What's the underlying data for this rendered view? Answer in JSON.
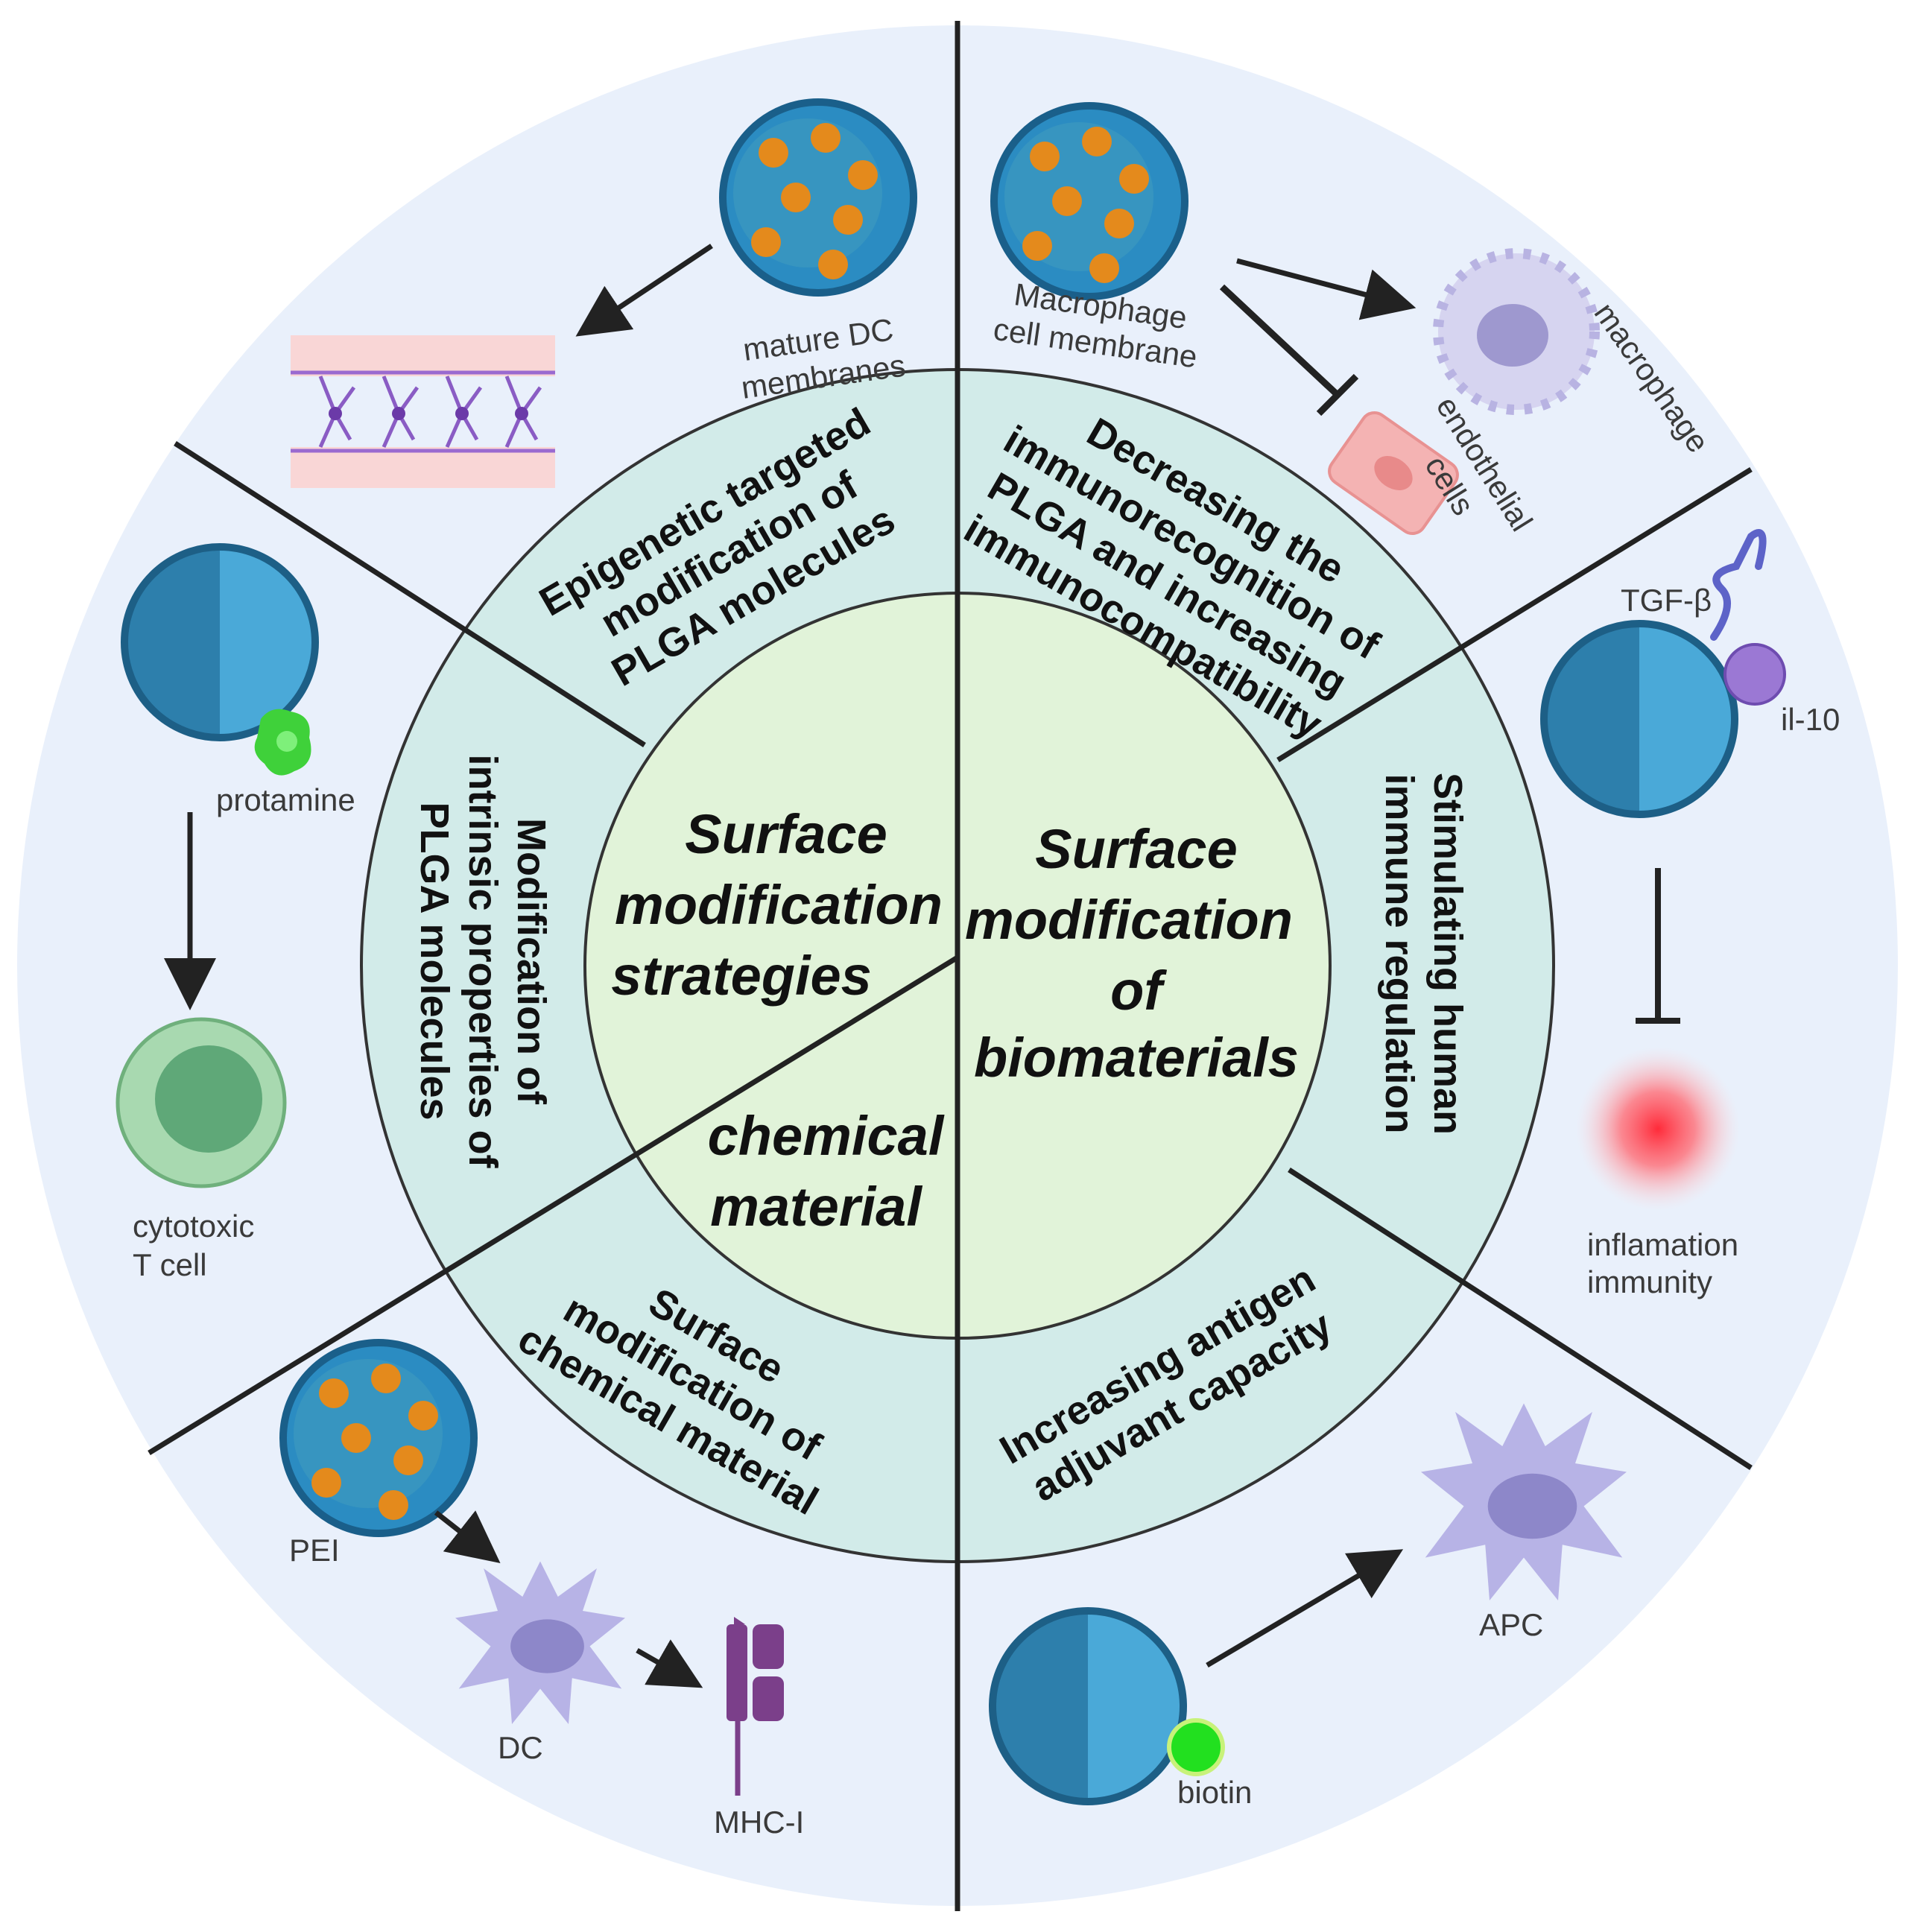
{
  "center": {
    "left": [
      "Surface",
      "modification",
      "strategies"
    ],
    "bottom": [
      "chemical",
      "material"
    ],
    "right": [
      "Surface",
      "modification",
      "of",
      "biomaterials"
    ]
  },
  "ring": {
    "epigenetic": [
      "Epigenetic targeted",
      "modification of",
      "PLGA molecules"
    ],
    "decreasing": [
      "Decreasing the",
      "immunorecognition of",
      "PLGA and increasing",
      "immunocompatibility"
    ],
    "stimulating": [
      "Stimulating human",
      "immune regulation"
    ],
    "increasing": [
      "Increasing antigen",
      "adjuvant capacity"
    ],
    "surface_chem": [
      "Surface",
      "modification of",
      "chemical material"
    ],
    "intrinsic": [
      "Modification of",
      "intrinsic properties of",
      "PLGA molecules"
    ]
  },
  "labels": {
    "mature_dc": [
      "mature DC",
      "membranes"
    ],
    "macrophage_membrane": [
      "Macrophage",
      "cell membrane"
    ],
    "macrophage": "macrophage",
    "endothelial": [
      "endothelial",
      "cells"
    ],
    "tgf": "TGF-β",
    "il10": "il-10",
    "inflammation": [
      "inflamation",
      "immunity"
    ],
    "apc": "APC",
    "biotin": "biotin",
    "pei": "PEI",
    "dc": "DC",
    "mhc": "MHC-I",
    "protamine": "protamine",
    "cytotoxic": [
      "cytotoxic",
      "T cell"
    ]
  },
  "colors": {
    "outer": "#e9f0fb",
    "ring": "#d2ebe9",
    "core": "#e1f3d9",
    "particle": "#2a87b8",
    "cargo": "#e48a1c"
  }
}
